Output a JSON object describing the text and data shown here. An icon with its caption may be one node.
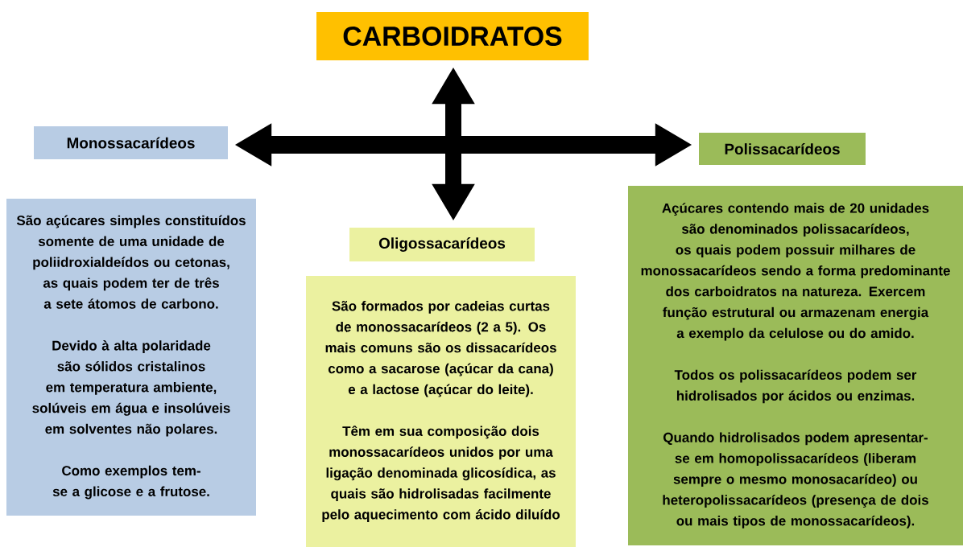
{
  "diagram": {
    "nodes": [
      {
        "text": [
          "CARBOIDRATOS"
        ]
      },
      {
        "text": [
          "Monossacarídeos"
        ]
      },
      {
        "text": [
          "São açúcares simples constituídos somente de uma unidade de poliidroxialdeídos ou cetonas, as quais podem ter de três a sete átomos de carbono.",
          "Devido à alta polaridade são sólidos cristalinos em temperatura ambiente, solúveis em água e insolúveis em solventes não polares.",
          "Como exemplos tem-se a glicose e a frutose."
        ]
      },
      {
        "text": [
          "Oligossacarídeos"
        ]
      },
      {
        "text": [
          "São formados por cadeias curtas de monossacarídeos (2 a 5). Os mais comuns são os dissacarídeos como a sacarose (açúcar da cana) e a lactose (açúcar do leite).",
          "Têm em sua composição dois monossacarídeos unidos por uma ligação denominada glicosídica, as quais são hidrolisadas facilmente pelo aquecimento com ácido diluído"
        ]
      },
      {
        "text": [
          "Polissacarídeos"
        ]
      },
      {
        "text": [
          "Açúcares contendo mais de 20 unidades são denominados polissacarídeos, os quais podem possuir milhares de monossacarídeos sendo a forma predominante dos carboidratos na natureza. Exercem função estrutural ou armazenam energia a exemplo da celulose ou do amido.",
          "Todos os polissacarídeos podem ser hidrolisados por ácidos ou enzimas.",
          "Quando hidrolisados podem apresentar-se em homopolissacarídeos (liberam sempre o mesmo monosacarídeo) ou heteropolissacarídeos (presença de dois ou mais tipos de monossacarídeos)."
        ]
      }
    ],
    "edges": [
      {
        "from": 1,
        "to": 5,
        "arrow": "both"
      },
      {
        "from": 0,
        "to": 3,
        "arrow": "both"
      }
    ]
  }
}
